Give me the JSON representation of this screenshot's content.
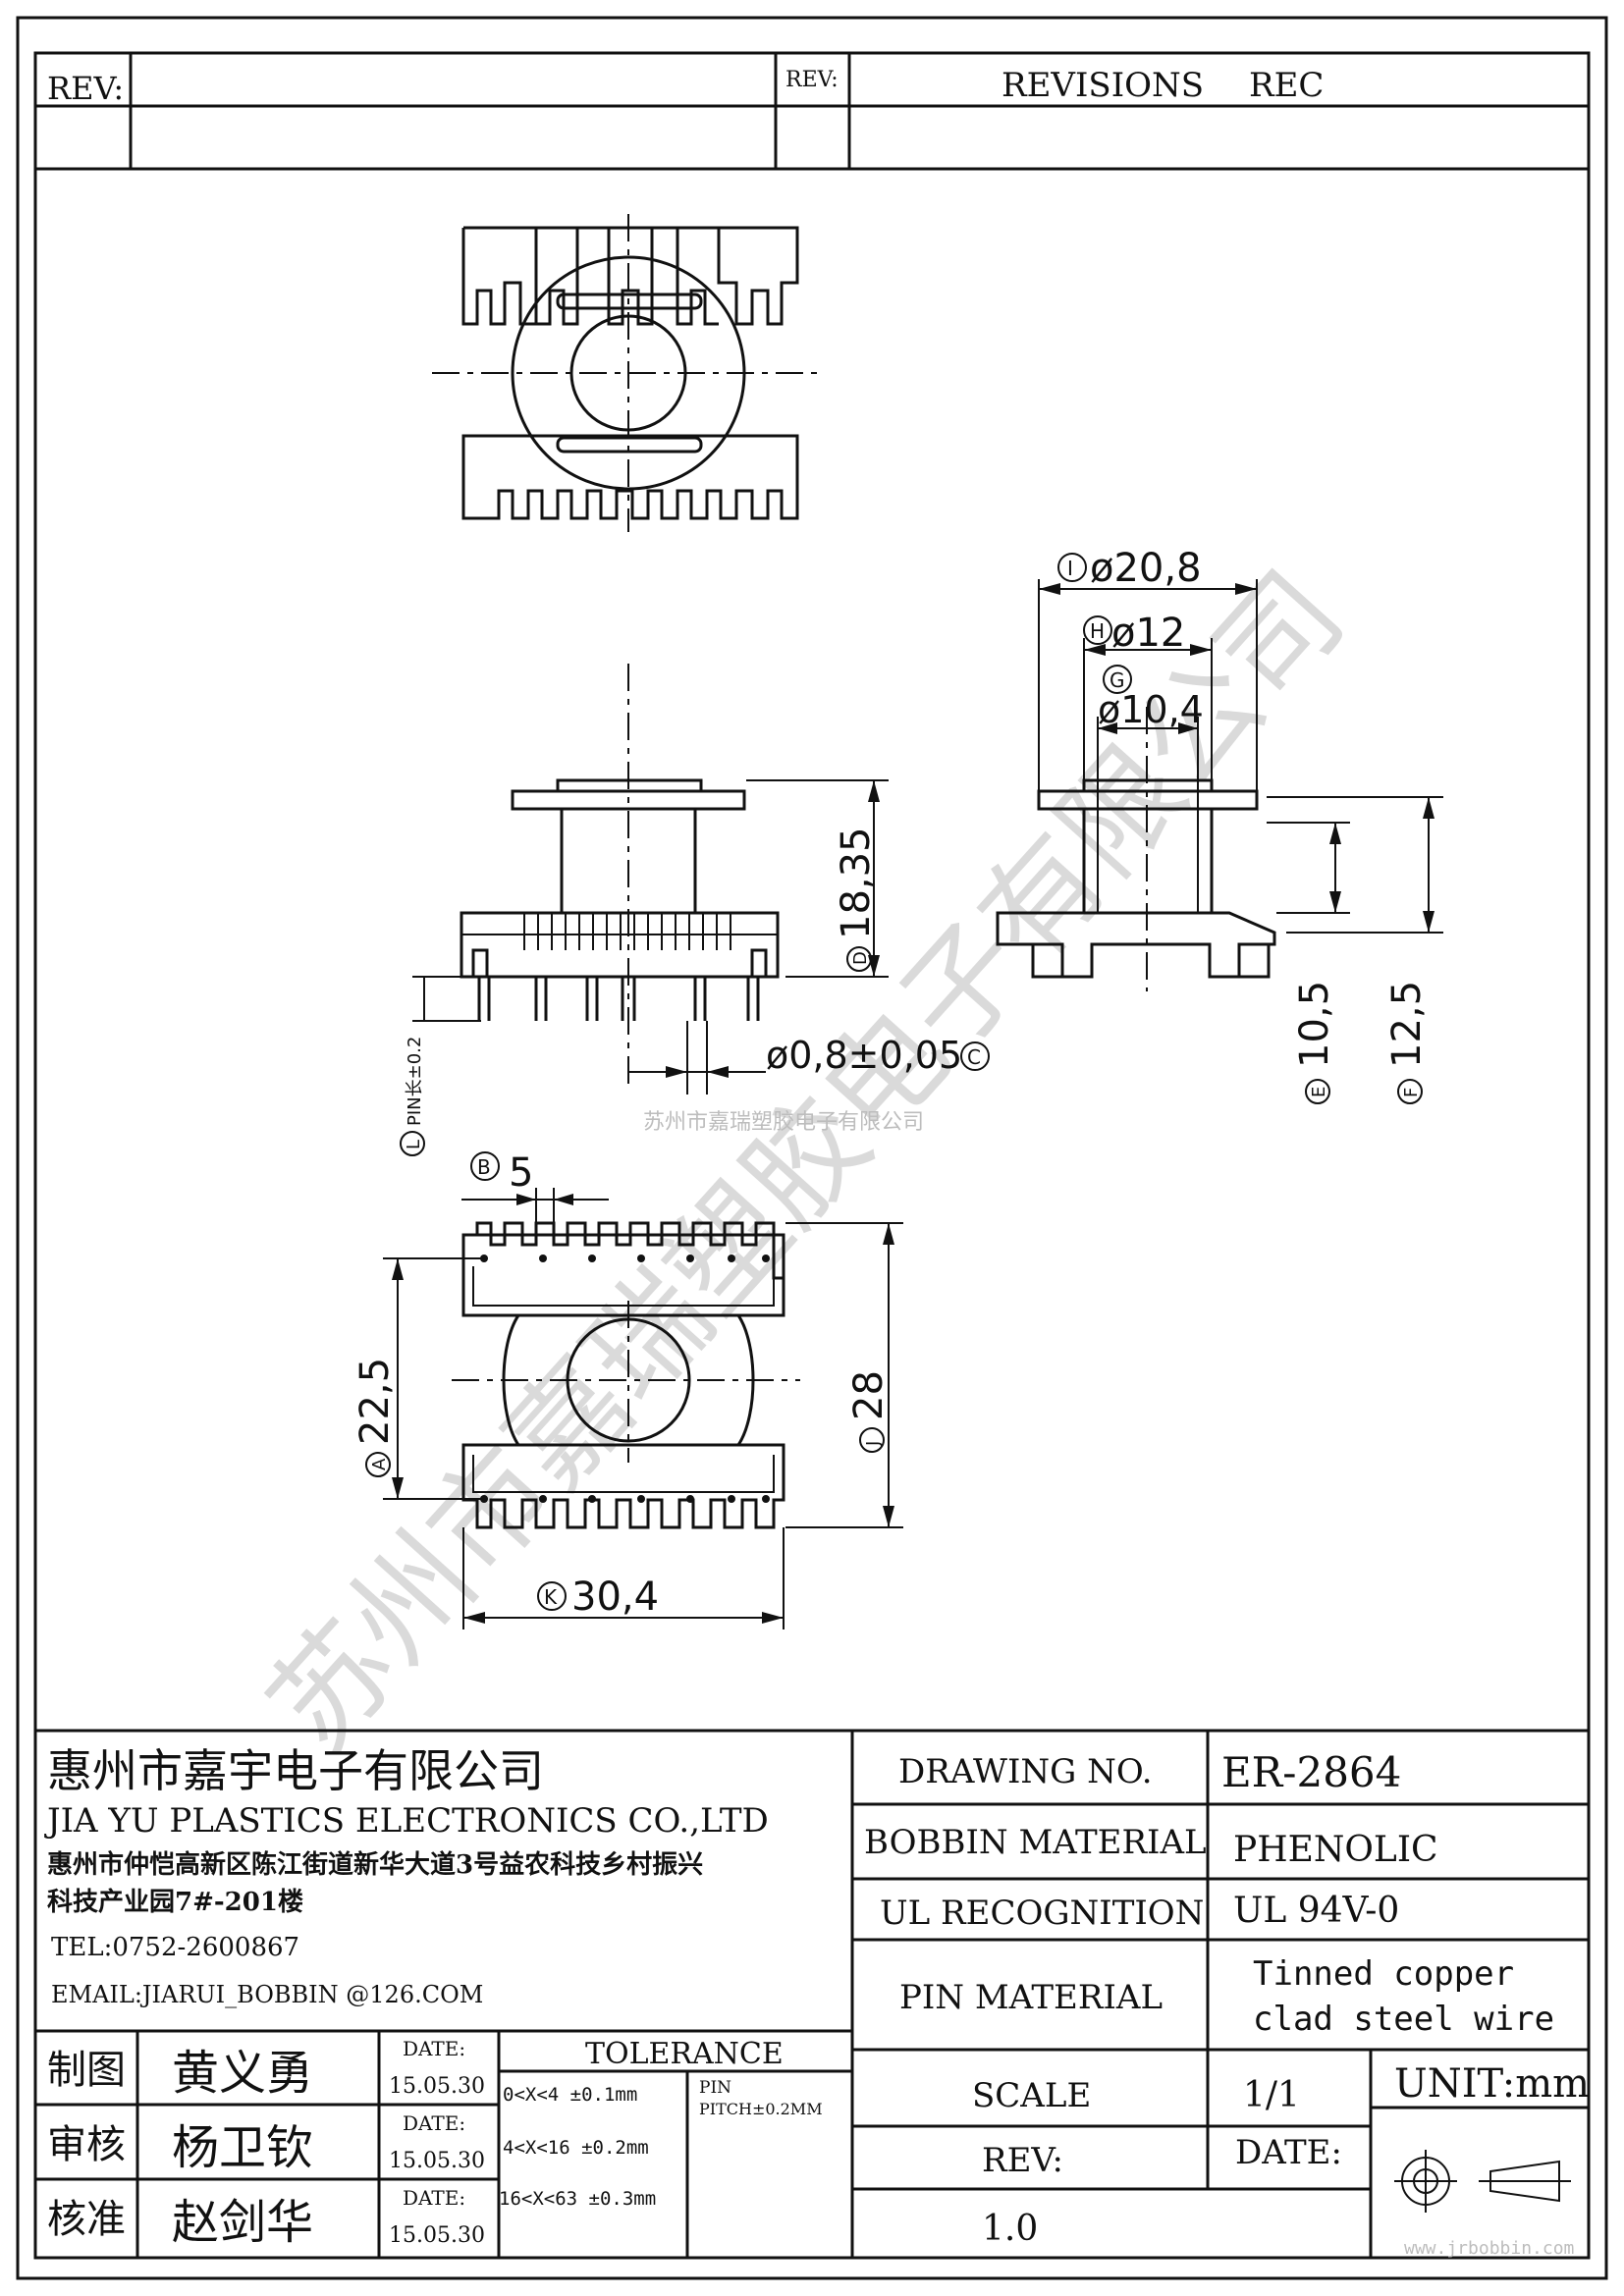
{
  "header": {
    "rev_label": "REV:",
    "rev_label2": "REV:",
    "revisions_label": "REVISIONS",
    "rec_label": "REC"
  },
  "dims": {
    "I": "I",
    "I_val": "ø20,8",
    "H": "H",
    "H_val": "ø12",
    "G": "G",
    "G_val": "ø10,4",
    "D": "D",
    "D_val": "18,35",
    "C": "C",
    "C_val": "ø0,8±0,05",
    "E": "E",
    "E_val": "10,5",
    "F": "F",
    "F_val": "12,5",
    "L": "L",
    "L_val": "PIN长±0.2",
    "B": "B",
    "B_val": "5",
    "A": "A",
    "A_val": "22,5",
    "J": "J",
    "J_val": "28",
    "K": "K",
    "K_val": "30,4"
  },
  "watermark": {
    "center_text": "苏州市嘉瑞塑胶电子有限公司",
    "diag_text": "苏州市嘉瑞塑胶电子有限公司",
    "footer_text": "www.jrbobbin.com"
  },
  "company": {
    "name_cn": "惠州市嘉宇电子有限公司",
    "name_en": "JIA YU PLASTICS ELECTRONICS CO.,LTD",
    "address1": "惠州市仲恺高新区陈江街道新华大道3号益农科技乡村振兴",
    "address2": "科技产业园7#-201楼",
    "tel": "TEL:0752-2600867",
    "email": "EMAIL:JIARUI_BOBBIN @126.COM"
  },
  "signoff": [
    {
      "role": "制图",
      "name": "黄义勇",
      "date_label": "DATE:",
      "date": "15.05.30"
    },
    {
      "role": "审核",
      "name": "杨卫钦",
      "date_label": "DATE:",
      "date": "15.05.30"
    },
    {
      "role": "核准",
      "name": "赵剑华",
      "date_label": "DATE:",
      "date": "15.05.30"
    }
  ],
  "tolerance": {
    "label": "TOLERANCE",
    "rows": [
      "0<X<4  ±0.1mm",
      "4<X<16 ±0.2mm",
      "16<X<63 ±0.3mm"
    ],
    "pin_label": "PIN",
    "pin_pitch": "PITCH±0.2MM"
  },
  "specs": {
    "drawing_no_label": "DRAWING  NO.",
    "drawing_no": "ER-2864",
    "bobbin_material_label": "BOBBIN  MATERIAL",
    "bobbin_material": "PHENOLIC",
    "ul_label": "UL RECOGNITION",
    "ul_value": "UL 94V-0",
    "pin_material_label": "PIN MATERIAL",
    "pin_material_line1": "Tinned copper",
    "pin_material_line2": "clad steel wire",
    "scale_label": "SCALE",
    "scale_value": "1/1",
    "unit": "UNIT:mm",
    "rev_label": "REV:",
    "rev_value": "1.0",
    "date_label": "DATE:",
    "projection_symbol": "first-angle-projection-icon"
  }
}
